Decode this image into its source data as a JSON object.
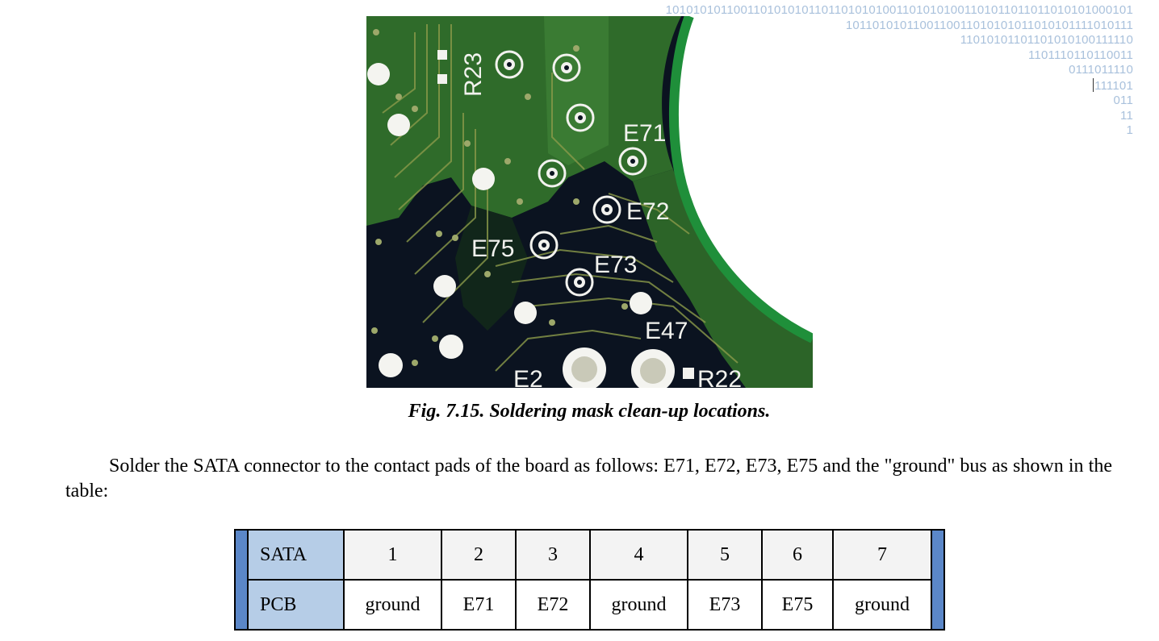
{
  "binary_decoration": {
    "lines": [
      "101010101100110101010110110101010011010101001101011011011010101000101",
      "1011010101100110011010101011010101111010111",
      "11010101101101010100111110",
      "1101110110110011",
      "0111011110",
      "111101",
      "011",
      "11",
      "1"
    ]
  },
  "figure": {
    "silkscreen_labels": [
      "R23",
      "E71",
      "E72",
      "E75",
      "E73",
      "E47",
      "E2",
      "R22"
    ],
    "caption": "Fig. 7.15. Soldering mask clean-up locations."
  },
  "paragraph": "Solder the SATA connector to the contact pads of the board as follows: E71, E72, E73, E75 and the \"ground\" bus as shown in the table:",
  "table": {
    "rows": [
      {
        "header": "SATA",
        "cells": [
          "1",
          "2",
          "3",
          "4",
          "5",
          "6",
          "7"
        ]
      },
      {
        "header": "PCB",
        "cells": [
          "ground",
          "E71",
          "E72",
          "ground",
          "E73",
          "E75",
          "ground"
        ]
      }
    ]
  },
  "colors": {
    "binary_text": "#a9c1dc",
    "table_row_header_bg": "#b6cde7",
    "table_side_bar": "#5b87c8",
    "pcb_green": "#2f6b2a",
    "pcb_dark": "#0b1320"
  }
}
